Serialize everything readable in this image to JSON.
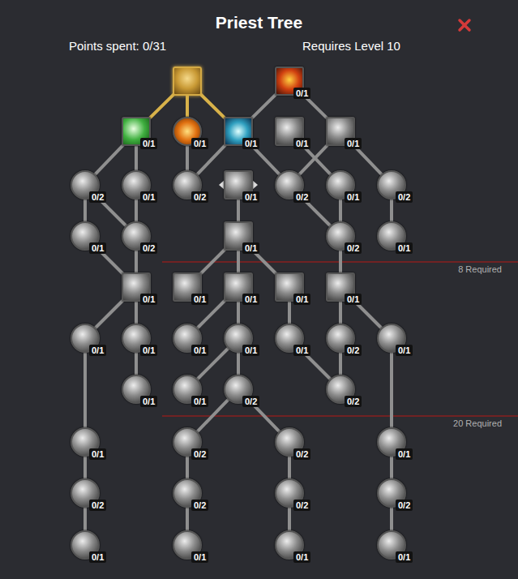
{
  "diagram": {
    "title": "Priest Tree",
    "nodes": [
      {
        "text": []
      },
      {
        "text": [
          "0/1"
        ]
      },
      {
        "text": [
          "0/1"
        ]
      },
      {
        "text": [
          "0/1"
        ]
      },
      {
        "text": [
          "0/1"
        ]
      },
      {
        "text": [
          "0/1"
        ]
      },
      {
        "text": [
          "0/1"
        ]
      },
      {
        "text": [
          "0/2"
        ]
      },
      {
        "text": [
          "0/1"
        ]
      },
      {
        "text": [
          "0/2"
        ]
      },
      {
        "text": [
          "0/1"
        ]
      },
      {
        "text": [
          "0/2"
        ]
      },
      {
        "text": [
          "0/1"
        ]
      },
      {
        "text": [
          "0/2"
        ]
      },
      {
        "text": [
          "0/1"
        ]
      },
      {
        "text": [
          "0/2"
        ]
      },
      {
        "text": [
          "0/1"
        ]
      },
      {
        "text": [
          "0/2"
        ]
      },
      {
        "text": [
          "0/1"
        ]
      },
      {
        "text": [
          "0/1"
        ]
      },
      {
        "text": [
          "0/1"
        ]
      },
      {
        "text": [
          "0/1"
        ]
      },
      {
        "text": [
          "0/1"
        ]
      },
      {
        "text": [
          "0/1"
        ]
      },
      {
        "text": [
          "0/1"
        ]
      },
      {
        "text": [
          "0/1"
        ]
      },
      {
        "text": [
          "0/1"
        ]
      },
      {
        "text": [
          "0/1"
        ]
      },
      {
        "text": [
          "0/1"
        ]
      },
      {
        "text": [
          "0/2"
        ]
      },
      {
        "text": [
          "0/1"
        ]
      },
      {
        "text": [
          "0/1"
        ]
      },
      {
        "text": [
          "0/1"
        ]
      },
      {
        "text": [
          "0/2"
        ]
      },
      {
        "text": [
          "0/2"
        ]
      },
      {
        "text": [
          "0/1"
        ]
      },
      {
        "text": [
          "0/2"
        ]
      },
      {
        "text": [
          "0/2"
        ]
      },
      {
        "text": [
          "0/1"
        ]
      },
      {
        "text": [
          "0/2"
        ]
      },
      {
        "text": [
          "0/2"
        ]
      },
      {
        "text": [
          "0/2"
        ]
      },
      {
        "text": [
          "0/2"
        ]
      },
      {
        "text": [
          "0/1"
        ]
      },
      {
        "text": [
          "0/1"
        ]
      },
      {
        "text": [
          "0/1"
        ]
      },
      {
        "text": [
          "0/1"
        ]
      }
    ],
    "edges": [
      {
        "from": 0,
        "to": 2,
        "arrow": "none"
      },
      {
        "from": 0,
        "to": 3,
        "arrow": "none"
      },
      {
        "from": 0,
        "to": 4,
        "arrow": "none"
      },
      {
        "from": 1,
        "to": 4,
        "arrow": "none"
      },
      {
        "from": 1,
        "to": 6,
        "arrow": "none"
      },
      {
        "from": 2,
        "to": 7,
        "arrow": "none"
      },
      {
        "from": 2,
        "to": 8,
        "arrow": "none"
      },
      {
        "from": 3,
        "to": 9,
        "arrow": "none"
      },
      {
        "from": 4,
        "to": 9,
        "arrow": "none"
      },
      {
        "from": 4,
        "to": 11,
        "arrow": "none"
      },
      {
        "from": 5,
        "to": 12,
        "arrow": "none"
      },
      {
        "from": 6,
        "to": 11,
        "arrow": "none"
      },
      {
        "from": 6,
        "to": 13,
        "arrow": "none"
      },
      {
        "from": 7,
        "to": 14,
        "arrow": "none"
      },
      {
        "from": 7,
        "to": 15,
        "arrow": "none"
      },
      {
        "from": 8,
        "to": 15,
        "arrow": "none"
      },
      {
        "from": 10,
        "to": 16,
        "arrow": "none"
      },
      {
        "from": 11,
        "to": 17,
        "arrow": "none"
      },
      {
        "from": 12,
        "to": 17,
        "arrow": "none"
      },
      {
        "from": 13,
        "to": 18,
        "arrow": "none"
      },
      {
        "from": 14,
        "to": 19,
        "arrow": "none"
      },
      {
        "from": 15,
        "to": 19,
        "arrow": "none"
      },
      {
        "from": 16,
        "to": 20,
        "arrow": "none"
      },
      {
        "from": 16,
        "to": 21,
        "arrow": "none"
      },
      {
        "from": 16,
        "to": 22,
        "arrow": "none"
      },
      {
        "from": 17,
        "to": 23,
        "arrow": "none"
      },
      {
        "from": 19,
        "to": 24,
        "arrow": "none"
      },
      {
        "from": 19,
        "to": 25,
        "arrow": "none"
      },
      {
        "from": 21,
        "to": 26,
        "arrow": "none"
      },
      {
        "from": 21,
        "to": 27,
        "arrow": "none"
      },
      {
        "from": 22,
        "to": 28,
        "arrow": "none"
      },
      {
        "from": 23,
        "to": 29,
        "arrow": "none"
      },
      {
        "from": 23,
        "to": 30,
        "arrow": "none"
      },
      {
        "from": 25,
        "to": 31,
        "arrow": "none"
      },
      {
        "from": 27,
        "to": 32,
        "arrow": "none"
      },
      {
        "from": 27,
        "to": 33,
        "arrow": "none"
      },
      {
        "from": 28,
        "to": 34,
        "arrow": "none"
      },
      {
        "from": 29,
        "to": 34,
        "arrow": "none"
      },
      {
        "from": 24,
        "to": 35,
        "arrow": "none"
      },
      {
        "from": 33,
        "to": 36,
        "arrow": "none"
      },
      {
        "from": 33,
        "to": 37,
        "arrow": "none"
      },
      {
        "from": 30,
        "to": 38,
        "arrow": "none"
      },
      {
        "from": 35,
        "to": 39,
        "arrow": "none"
      },
      {
        "from": 39,
        "to": 43,
        "arrow": "none"
      },
      {
        "from": 36,
        "to": 40,
        "arrow": "none"
      },
      {
        "from": 40,
        "to": 44,
        "arrow": "none"
      },
      {
        "from": 37,
        "to": 41,
        "arrow": "none"
      },
      {
        "from": 41,
        "to": 45,
        "arrow": "none"
      },
      {
        "from": 38,
        "to": 42,
        "arrow": "none"
      },
      {
        "from": 42,
        "to": 46,
        "arrow": "none"
      }
    ],
    "labels": [
      "Points spent: 0/31",
      "Requires Level 10",
      "8 Required",
      "20 Required"
    ]
  }
}
